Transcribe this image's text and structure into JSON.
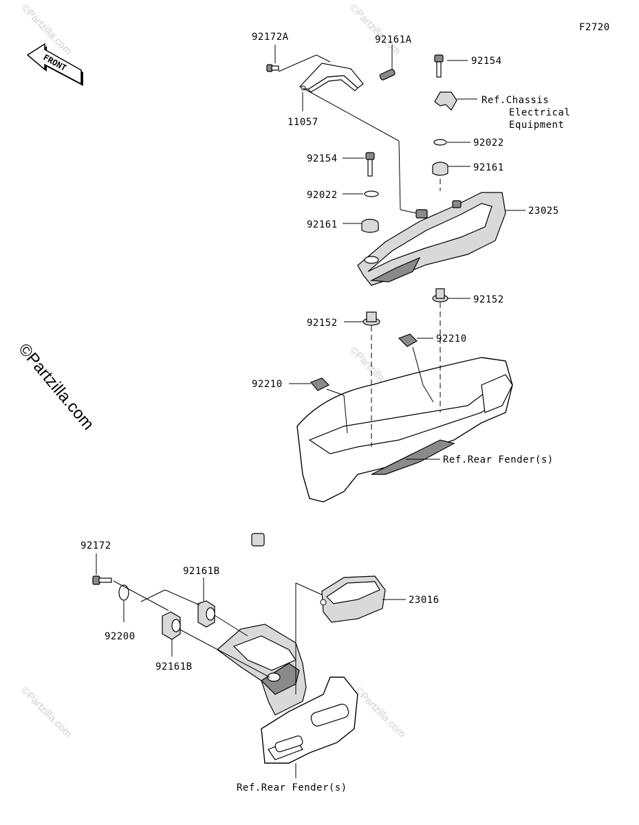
{
  "figure_code": "F2720",
  "front_arrow_label": "FRONT",
  "watermark_text": "©Partzilla.com",
  "labels": {
    "p92172A": "92172A",
    "p92161A": "92161A",
    "p11057": "11057",
    "p92154_top": "92154",
    "ref_chassis_1": "Ref.Chassis",
    "ref_chassis_2": "Electrical",
    "ref_chassis_3": "Equipment",
    "p92022_right": "92022",
    "p92161_right": "92161",
    "p92154_left": "92154",
    "p92022_left": "92022",
    "p92161_left": "92161",
    "p23025": "23025",
    "p92152_right": "92152",
    "p92152_left": "92152",
    "p92210_right": "92210",
    "p92210_left": "92210",
    "ref_rear_fender_1": "Ref.Rear Fender(s)",
    "p92172": "92172",
    "p92161B_top": "92161B",
    "p92200": "92200",
    "p92161B_bottom": "92161B",
    "p23016": "23016",
    "ref_rear_fender_2": "Ref.Rear Fender(s)"
  }
}
